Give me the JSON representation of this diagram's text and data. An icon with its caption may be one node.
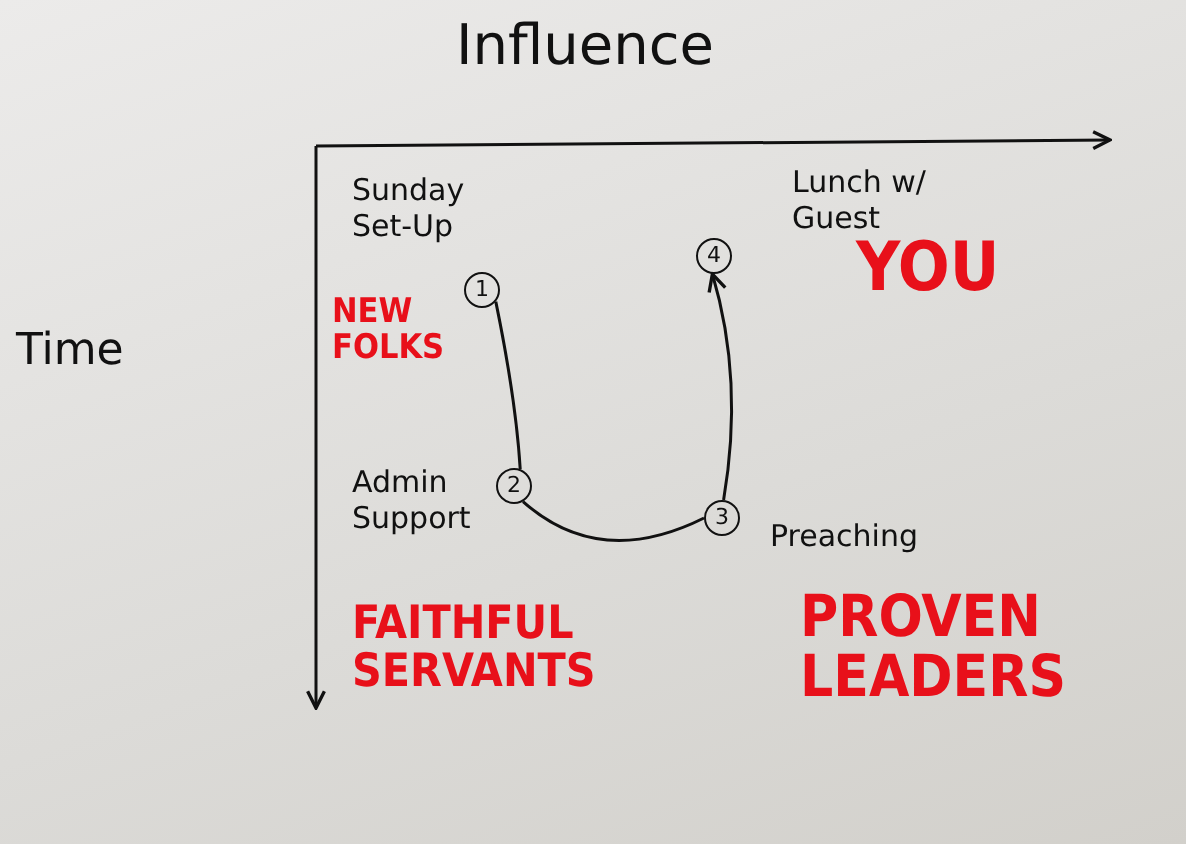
{
  "diagram": {
    "nodes": [
      {
        "text": [
          "1"
        ],
        "beside": [
          "Sunday Set-Up"
        ]
      },
      {
        "text": [
          "2"
        ],
        "beside": [
          "Admin Support"
        ]
      },
      {
        "text": [
          "3"
        ],
        "beside": [
          "Preaching"
        ]
      },
      {
        "text": [
          "4"
        ],
        "beside": [
          "Lunch w/ Guest"
        ]
      }
    ],
    "edges": [
      {
        "from": 0,
        "to": 1,
        "arrow": "none"
      },
      {
        "from": 1,
        "to": 2,
        "arrow": "none"
      },
      {
        "from": 2,
        "to": 3,
        "arrow": "to"
      }
    ],
    "labels": [
      "Influence",
      "Time",
      "NEW FOLKS",
      "YOU",
      "FAITHFUL SERVANTS",
      "PROVEN LEADERS"
    ]
  }
}
